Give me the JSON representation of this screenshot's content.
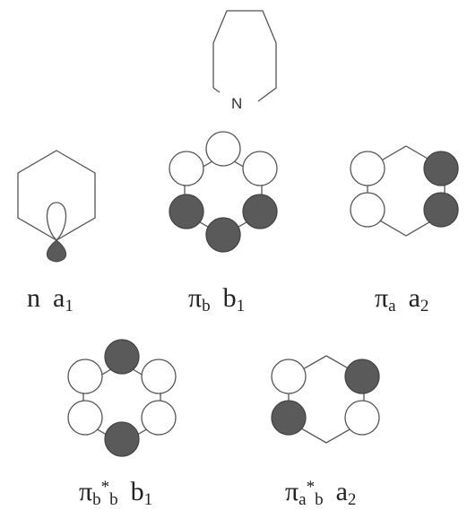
{
  "structure": {
    "heteroatom": "N"
  },
  "orbitals": [
    {
      "id": "n",
      "symbol": "n",
      "sub": "",
      "sup": "",
      "sub2": "",
      "sym_letter": "a",
      "sym_sub": "1"
    },
    {
      "id": "pi_b",
      "symbol": "π",
      "sub": "b",
      "sup": "",
      "sub2": "",
      "sym_letter": "b",
      "sym_sub": "1"
    },
    {
      "id": "pi_a",
      "symbol": "π",
      "sub": "a",
      "sup": "",
      "sub2": "",
      "sym_letter": "a",
      "sym_sub": "2"
    },
    {
      "id": "pi_b_star",
      "symbol": "π",
      "sub": "b",
      "sup": "*",
      "sub2": "b",
      "sym_letter": "b",
      "sym_sub": "1"
    },
    {
      "id": "pi_a_star",
      "symbol": "π",
      "sub": "a",
      "sup": "*",
      "sub2": "b",
      "sym_letter": "a",
      "sym_sub": "2"
    }
  ],
  "colors": {
    "line": "#555555",
    "filled_lobe": "#5a5a5a",
    "open_lobe_fill": "#ffffff"
  }
}
